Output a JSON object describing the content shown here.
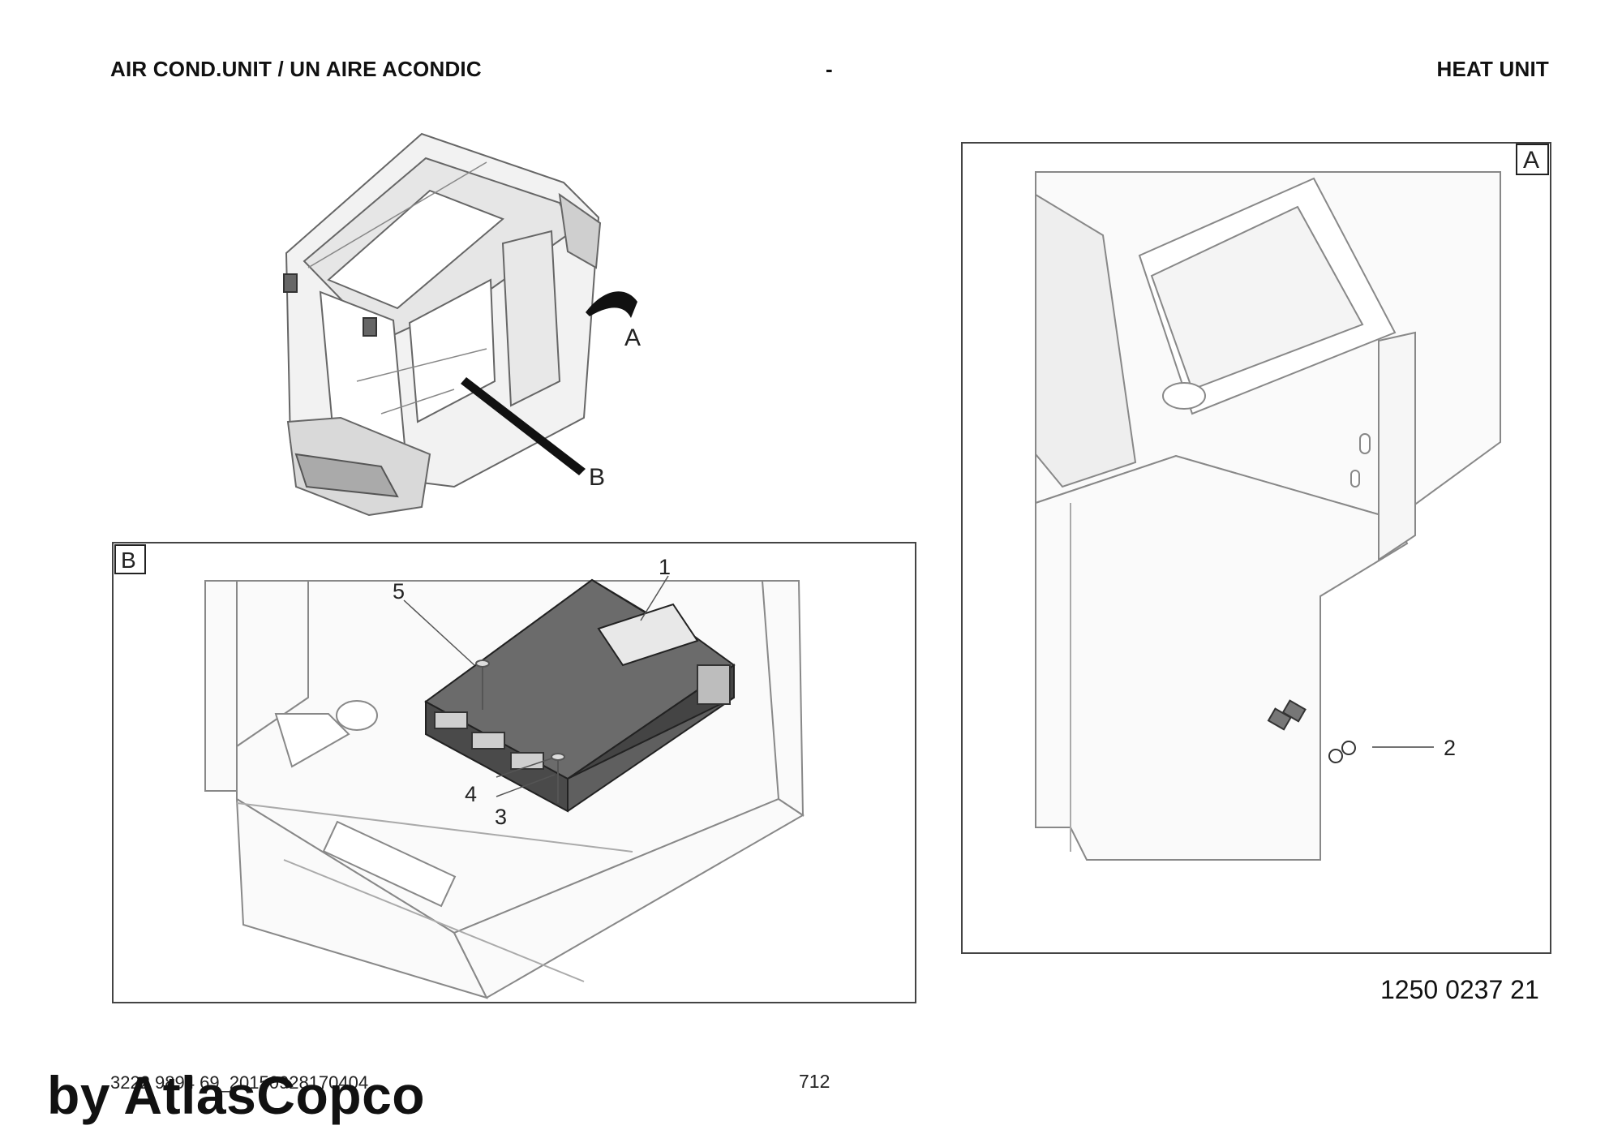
{
  "header": {
    "left": "AIR COND.UNIT / UN AIRE ACONDIC",
    "center": "-",
    "right": "HEAT UNIT"
  },
  "overview": {
    "callout_a": "A",
    "callout_b": "B"
  },
  "detail_b": {
    "frame_label": "B",
    "parts": {
      "p1": "1",
      "p3": "3",
      "p4": "4",
      "p5": "5"
    }
  },
  "detail_a": {
    "frame_label": "A",
    "parts": {
      "p2": "2"
    }
  },
  "drawing_number": "1250 0237 21",
  "footer": {
    "document_id": "3222 9894 69_20150928170404",
    "page_number": "712",
    "brand": "by AtlasCopco"
  }
}
